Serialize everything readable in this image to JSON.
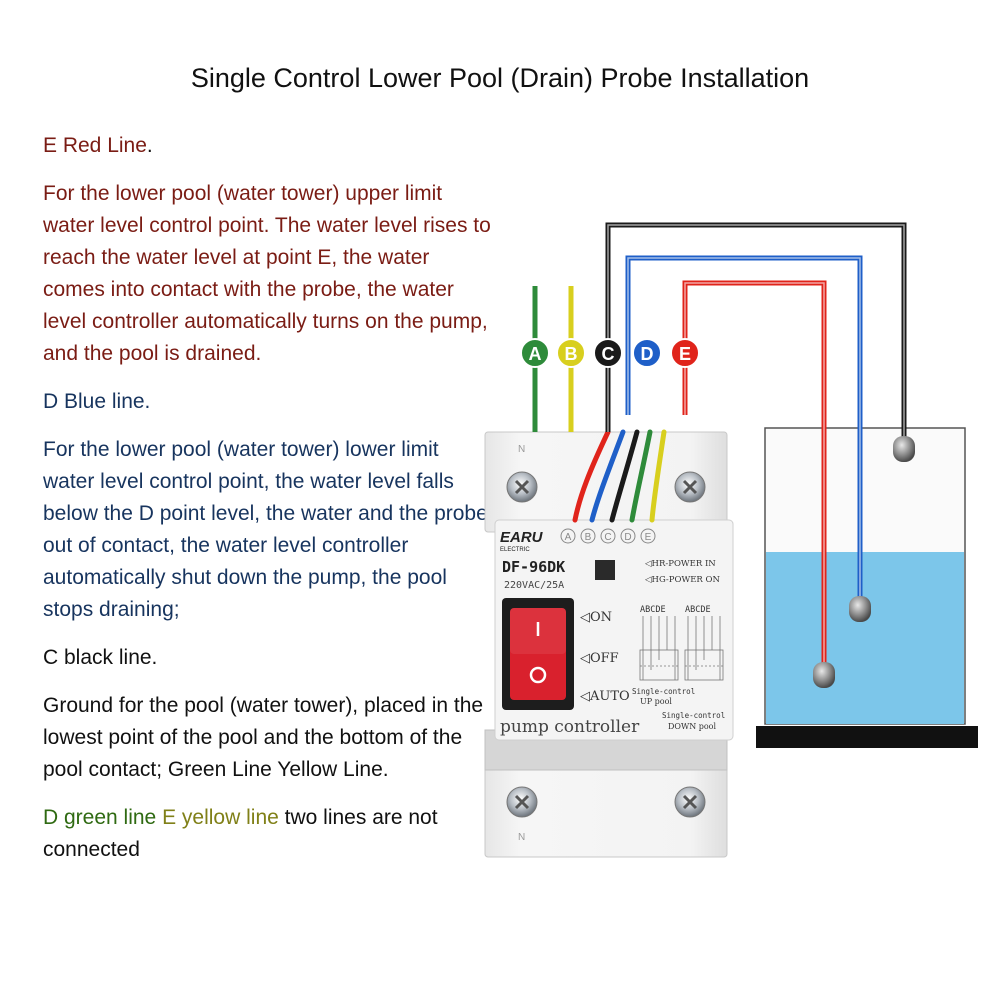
{
  "title": "Single Control Lower Pool (Drain) Probe Installation",
  "sections": {
    "e_heading": "E Red Line",
    "e_heading_period": ".",
    "e_body": "For the lower pool (water tower) upper limit water level control point. The water level rises to reach the water level at point E, the water comes into contact with the probe, the water level controller automatically turns on the pump, and the pool is drained.",
    "d_heading": "D Blue line.",
    "d_body": "For the lower pool (water tower) lower limit water level control point, the water level falls below the D point level, the water and the probe out of contact, the water level controller automatically shut down the pump, the pool stops draining;",
    "c_heading": "C black line.",
    "c_body": "Ground for the pool (water tower), placed in the lowest point of the pool and the bottom of the pool contact; Green Line Yellow Line.",
    "note_green": "D green line",
    "note_yellow": "E yellow line",
    "note_rest": "two lines are not connected"
  },
  "wire_labels": [
    {
      "letter": "A",
      "color": "#2e8b3a"
    },
    {
      "letter": "B",
      "color": "#d8cf1e"
    },
    {
      "letter": "C",
      "color": "#1a1a1a"
    },
    {
      "letter": "D",
      "color": "#1f5fc8"
    },
    {
      "letter": "E",
      "color": "#e0241b"
    }
  ],
  "device": {
    "brand": "EARU",
    "brand_sub": "ELECTRIC",
    "terminal_letters": [
      "A",
      "B",
      "C",
      "D",
      "E"
    ],
    "model": "DF-96DK",
    "rating": "220VAC/25A",
    "indicator_1": "◁HR-POWER IN",
    "indicator_2": "◁HG-POWER ON",
    "switch_on": "◁ON",
    "switch_off": "◁OFF",
    "switch_auto": "◁AUTO",
    "wiring_letters_left": "ABCDE",
    "wiring_letters_right": "ABCDE",
    "mode_up_1": "Single-control",
    "mode_up_2": "UP pool",
    "mode_down_1": "Single-control",
    "mode_down_2": "DOWN pool",
    "product_name": "pump controller",
    "terminal_n_top": "N",
    "terminal_n_bottom": "N"
  },
  "colors": {
    "wire_green": "#2e8b3a",
    "wire_yellow": "#d8cf1e",
    "wire_black": "#1a1a1a",
    "wire_blue": "#1f5fc8",
    "wire_red": "#e0241b",
    "water": "#7cc6ea",
    "switch_red": "#d9212d"
  }
}
